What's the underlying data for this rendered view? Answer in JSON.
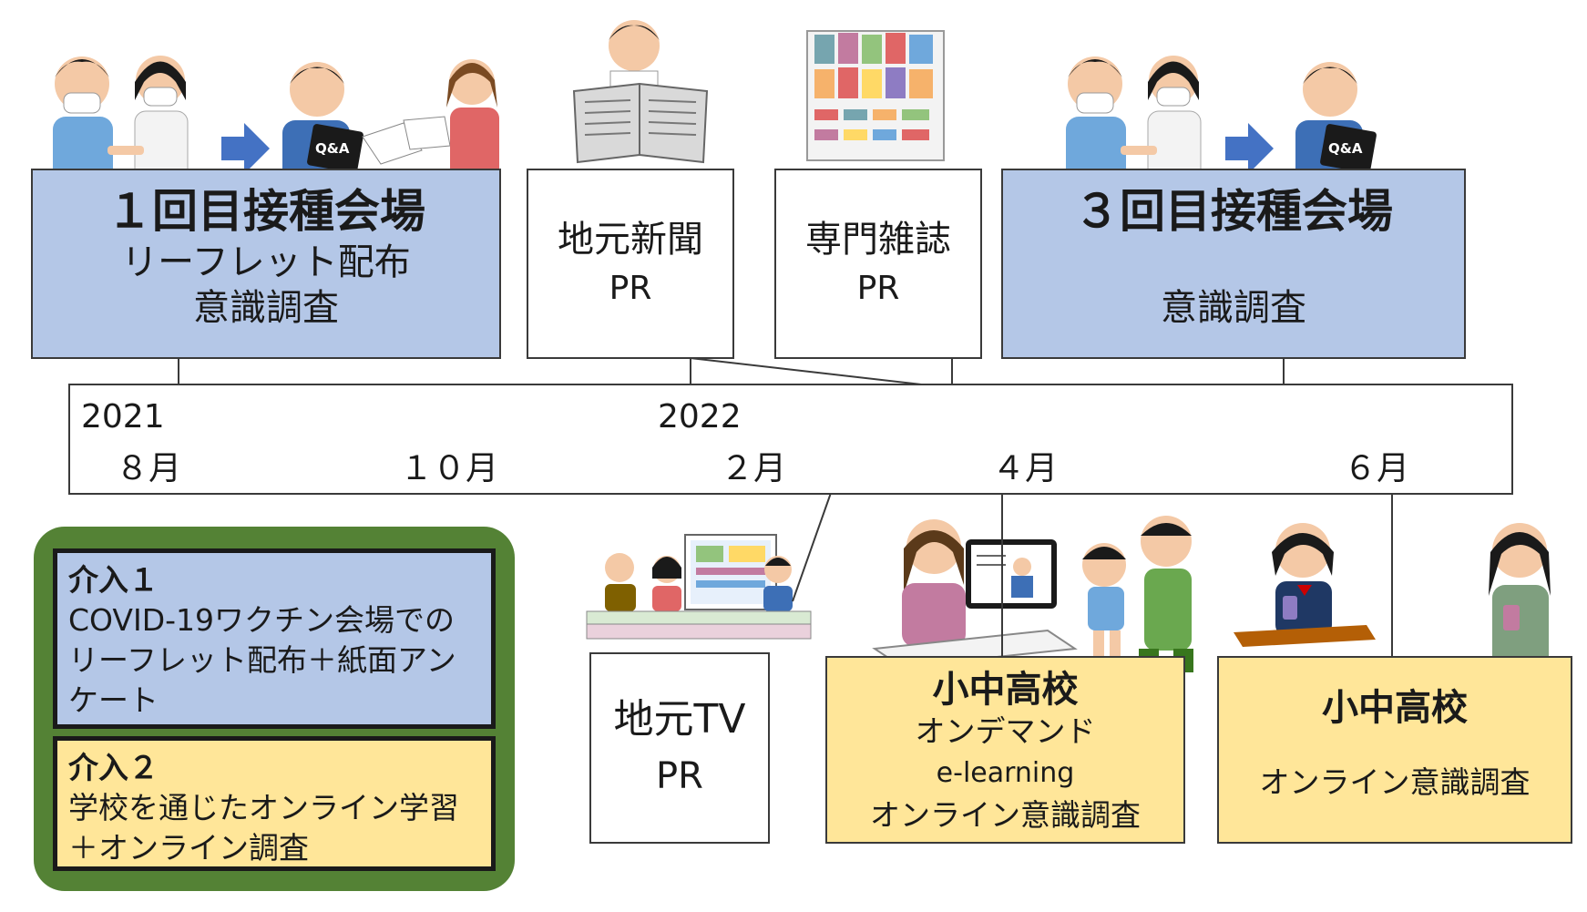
{
  "boxes": {
    "dose1": {
      "title": "１回目接種会場",
      "line1": "リーフレット配布",
      "line2": "意識調査"
    },
    "newspaper": {
      "line1": "地元新聞",
      "line2": "PR"
    },
    "magazine": {
      "line1": "専門雑誌",
      "line2": "PR"
    },
    "dose3": {
      "title": "３回目接種会場",
      "line1": "意識調査"
    },
    "tv": {
      "line1": "地元TV",
      "line2": "PR"
    },
    "school1": {
      "title": "小中高校",
      "line1": "オンデマンド",
      "line2": "e-learning",
      "line3": "オンライン意識調査"
    },
    "school2": {
      "title": "小中高校",
      "line1": "オンライン意識調査"
    }
  },
  "timeline": {
    "year2021": "2021",
    "year2022": "2022",
    "months": [
      "８月",
      "１０月",
      "２月",
      "４月",
      "６月"
    ]
  },
  "legend": {
    "item1": {
      "title": "介入１",
      "text": "COVID-19ワクチン会場でのリーフレット配布＋紙面アンケート"
    },
    "item2": {
      "title": "介入２",
      "text": "学校を通じたオンライン学習＋オンライン調査"
    }
  },
  "illustrations": {
    "q_and_a": "Q&A"
  },
  "colors": {
    "blue": "#b4c7e7",
    "yellow": "#ffe699",
    "green": "#548235",
    "arrow": "#4472c4"
  }
}
